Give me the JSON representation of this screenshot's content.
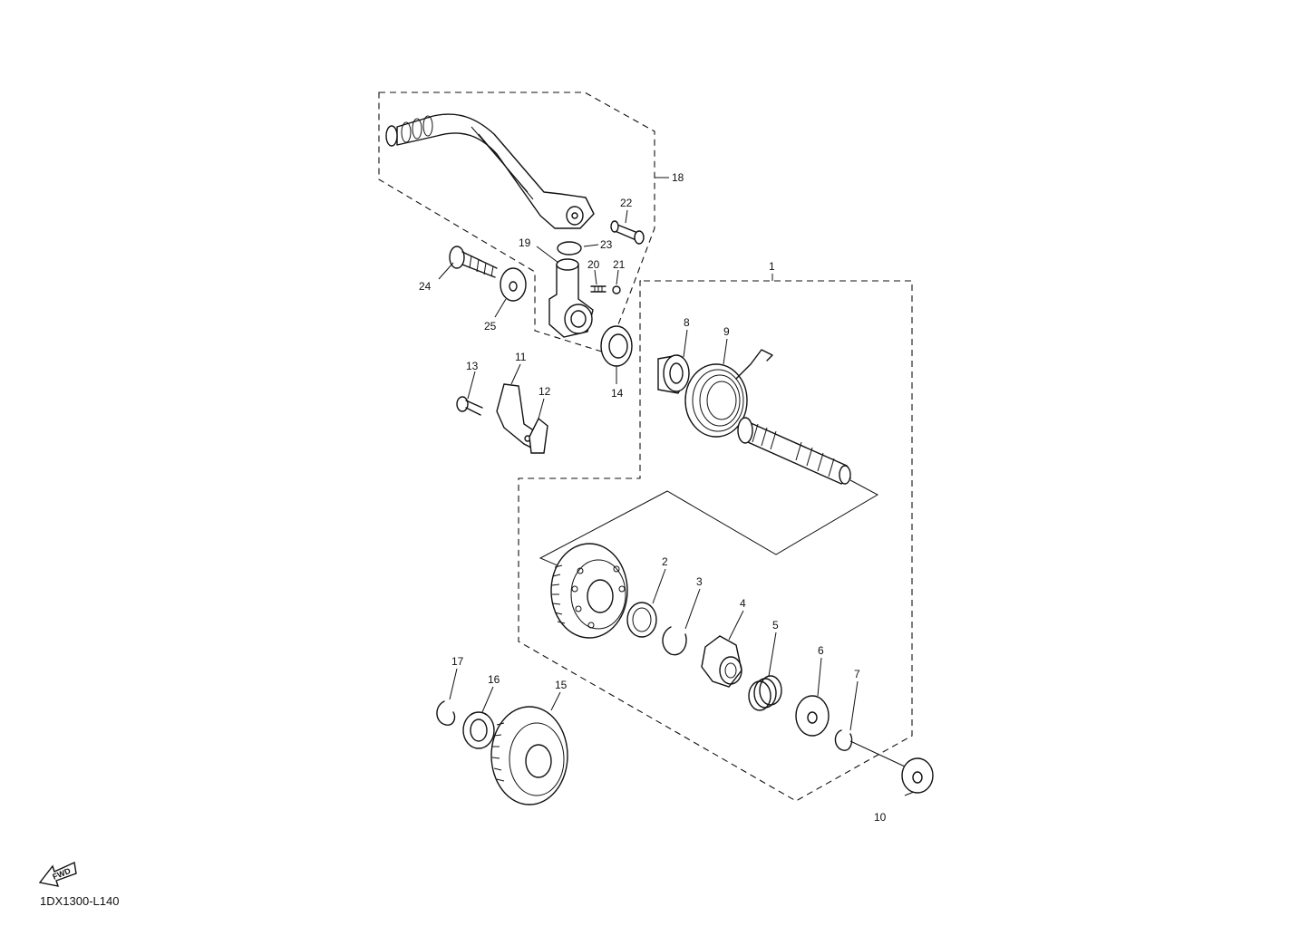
{
  "diagram": {
    "code": "1DX1300-L140",
    "fwd_label": "FWD",
    "callouts": [
      "1",
      "2",
      "3",
      "4",
      "5",
      "6",
      "7",
      "8",
      "9",
      "10",
      "11",
      "12",
      "13",
      "14",
      "15",
      "16",
      "17",
      "18",
      "19",
      "20",
      "21",
      "22",
      "23",
      "24",
      "25"
    ]
  }
}
